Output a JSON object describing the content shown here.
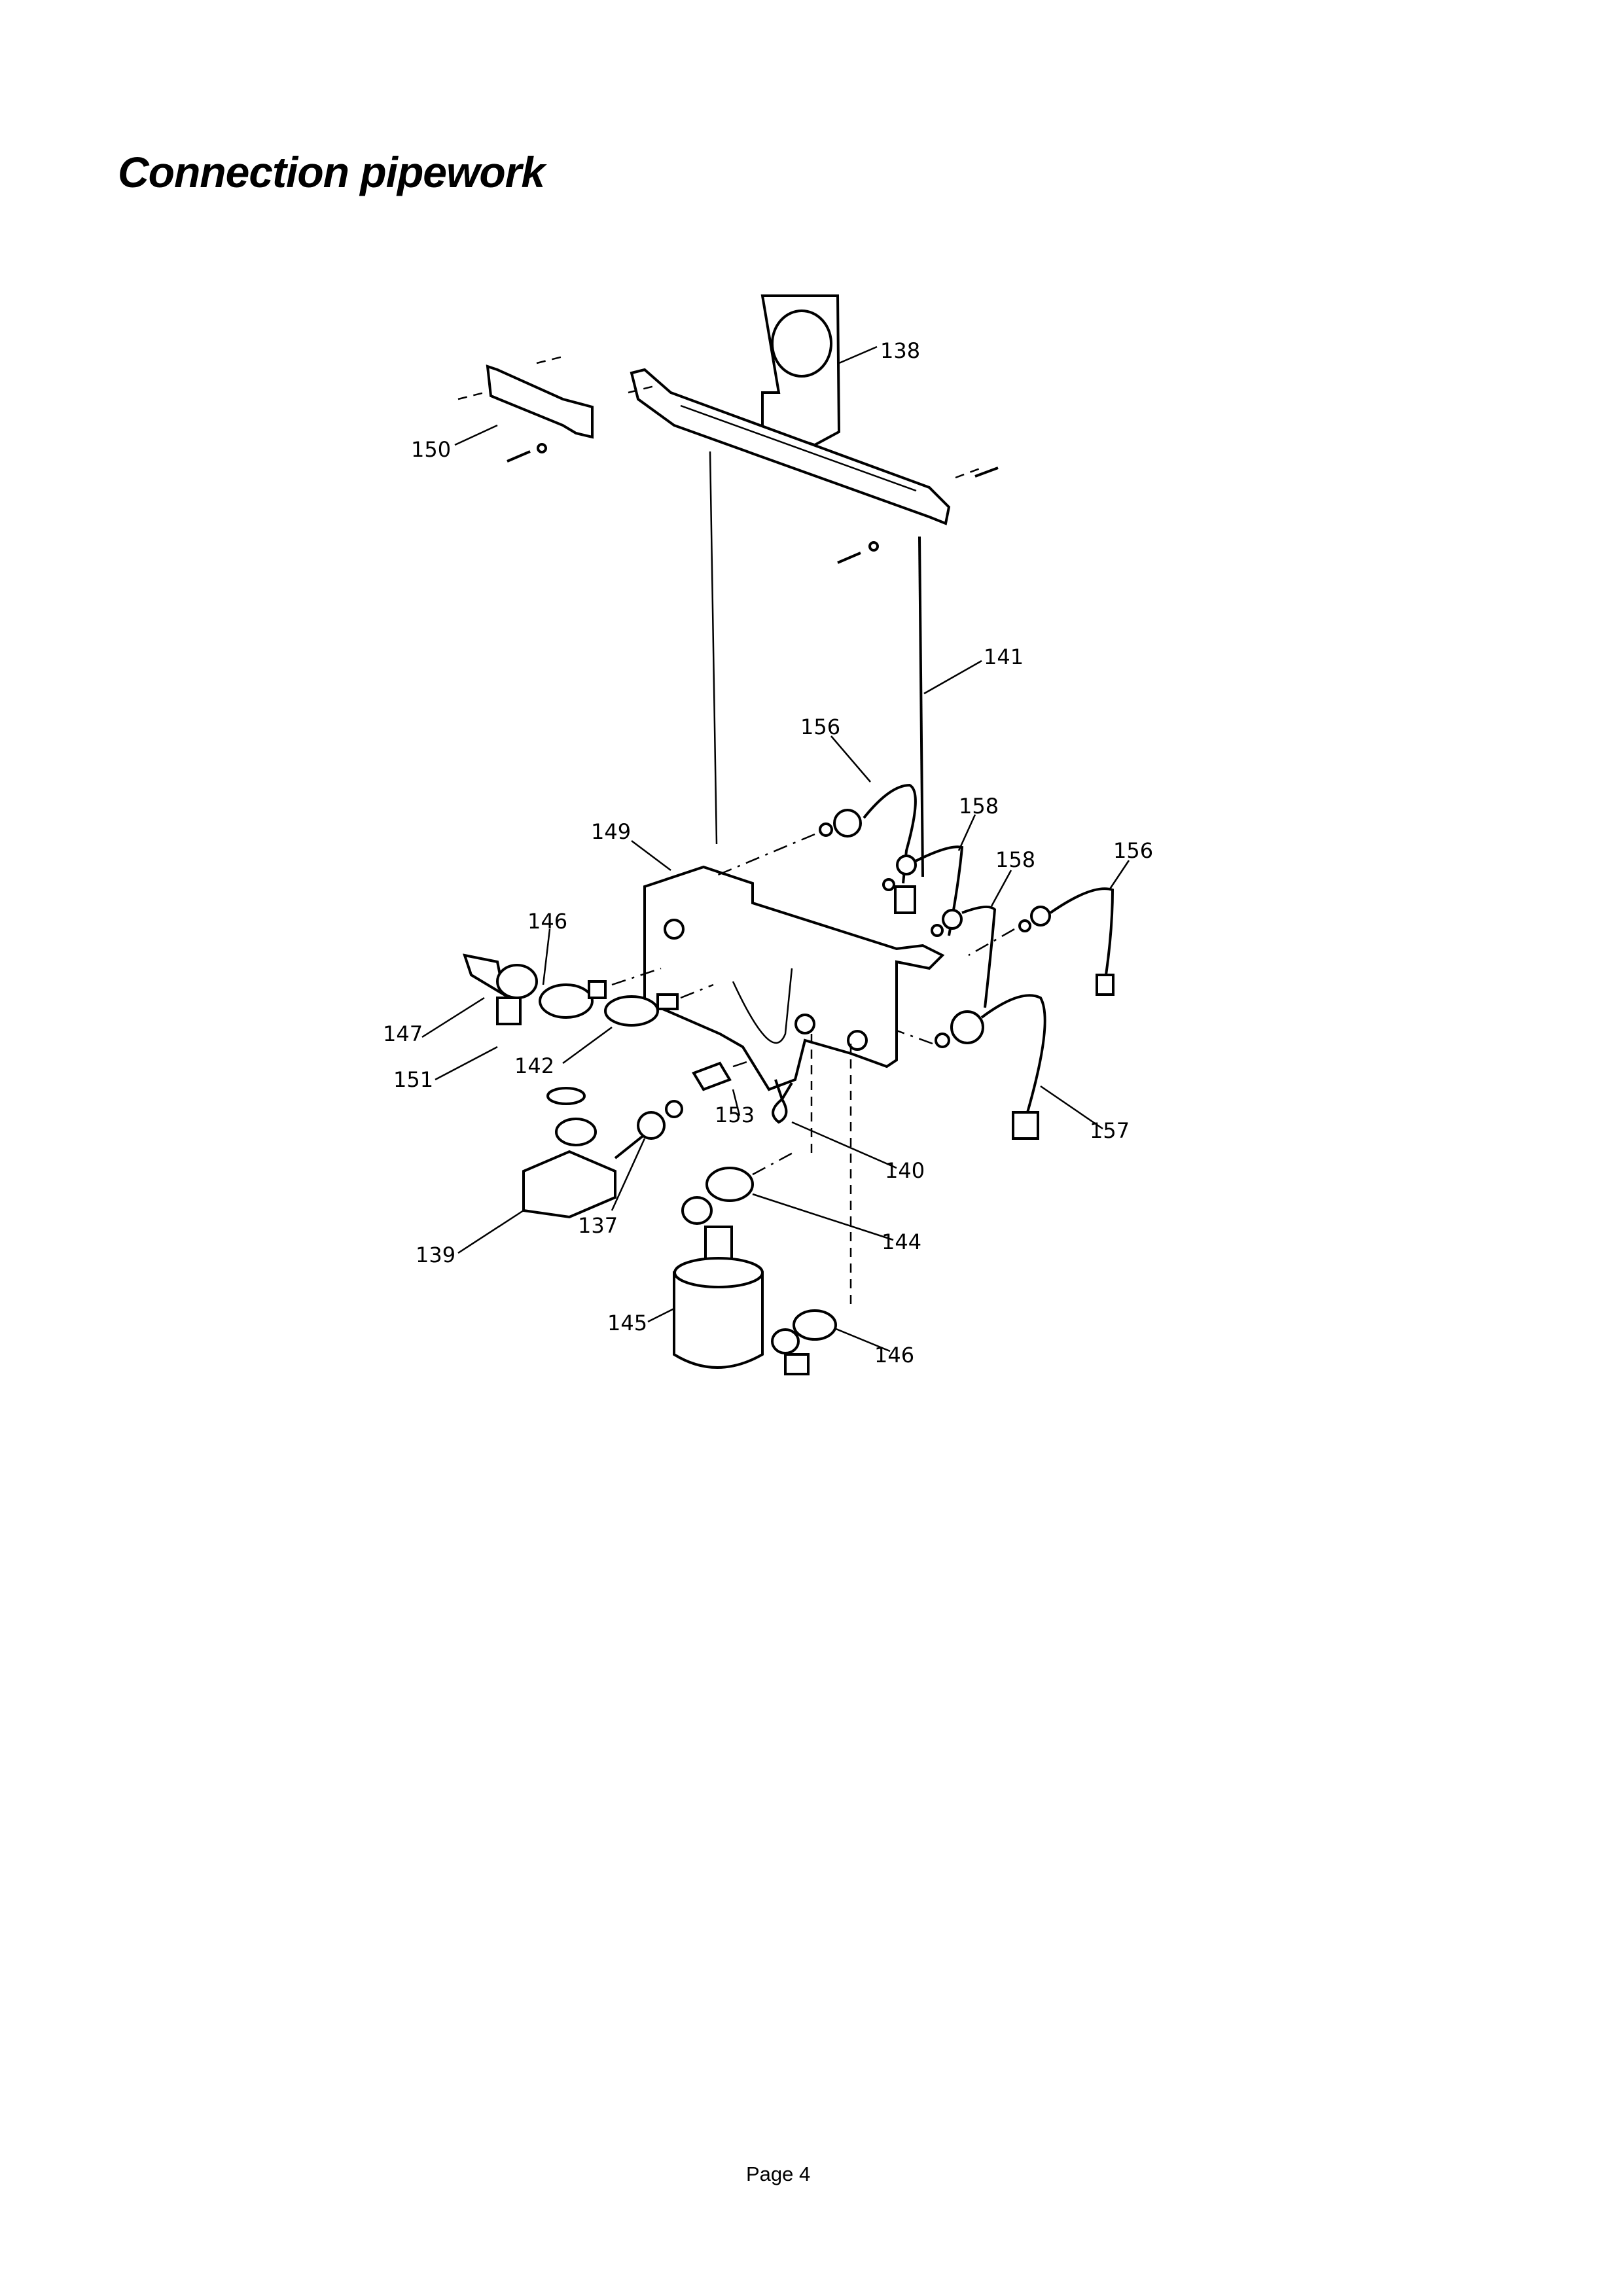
{
  "page": {
    "title": "Connection pipework",
    "footer": "Page 4"
  },
  "diagram": {
    "part_labels": {
      "p138": "138",
      "p150": "150",
      "p141": "141",
      "p156a": "156",
      "p158a": "158",
      "p158b": "158",
      "p156b": "156",
      "p149": "149",
      "p146a": "146",
      "p147": "147",
      "p151": "151",
      "p142": "142",
      "p153": "153",
      "p140": "140",
      "p157": "157",
      "p137": "137",
      "p139": "139",
      "p144": "144",
      "p145": "145",
      "p146b": "146"
    }
  }
}
